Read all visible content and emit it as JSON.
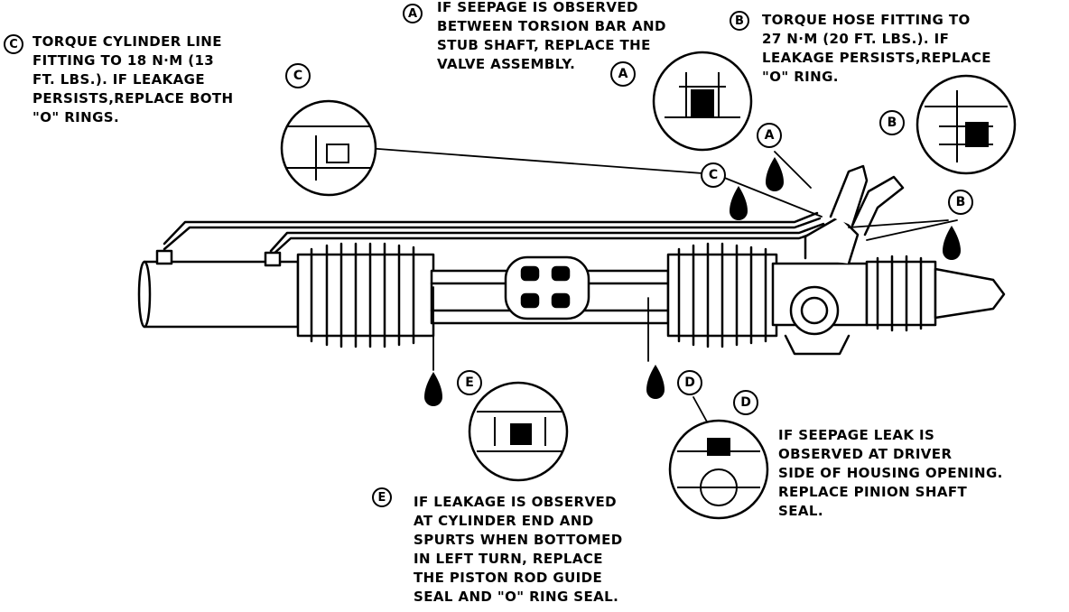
{
  "notes": {
    "c": {
      "letter": "C",
      "lines": [
        "TORQUE CYLINDER LINE",
        "FITTING TO 18 N·m (13",
        "FT. LBS.). IF LEAKAGE",
        "PERSISTS,REPLACE BOTH",
        "\"O\" RINGS."
      ]
    },
    "a": {
      "letter": "A",
      "lines": [
        "IF SEEPAGE IS OBSERVED",
        "BETWEEN TORSION BAR AND",
        "STUB SHAFT, REPLACE THE",
        "VALVE ASSEMBLY."
      ]
    },
    "b": {
      "letter": "B",
      "lines": [
        "TORQUE HOSE FITTING TO",
        "27 N·m (20 FT. LBS.).  IF",
        "LEAKAGE PERSISTS,REPLACE",
        "\"O\" RING."
      ]
    },
    "d": {
      "letter": "D",
      "lines": [
        "IF SEEPAGE LEAK IS",
        "OBSERVED AT DRIVER",
        "SIDE OF HOUSING  OPENING.",
        "REPLACE PINION SHAFT",
        "SEAL."
      ]
    },
    "e": {
      "letter": "E",
      "lines": [
        "IF LEAKAGE IS OBSERVED",
        "AT CYLINDER END AND",
        "SPURTS WHEN BOTTOMED",
        "IN LEFT TURN, REPLACE",
        "THE PISTON ROD GUIDE",
        "SEAL AND \"O\" RING SEAL."
      ]
    }
  },
  "callouts": {
    "a_after_text": "A",
    "a_detail": "A",
    "c_inset": "C",
    "c_pointer": "C",
    "b_inset": "B",
    "b_pointer": "B",
    "d_inset": "D",
    "d_pointer": "D",
    "e_inset": "E"
  }
}
